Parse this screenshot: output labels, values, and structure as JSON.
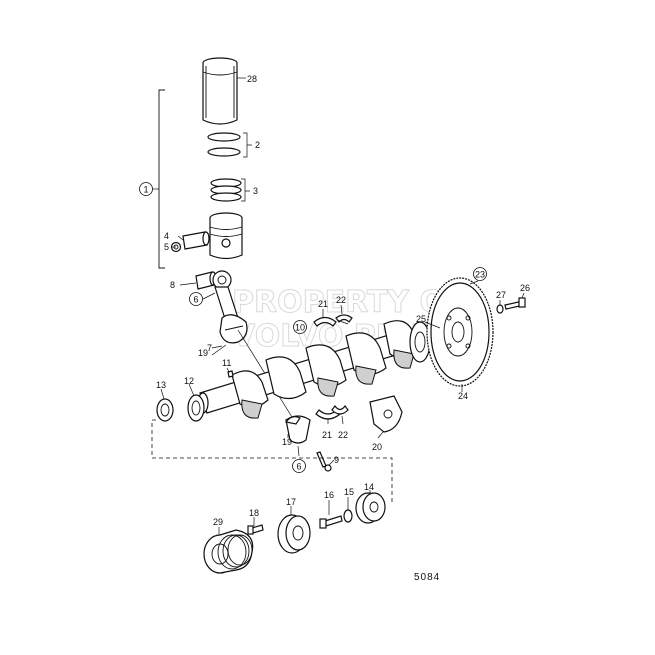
{
  "watermark": {
    "line1": "PROPERTY OF",
    "line2": "VOLVO PENTA"
  },
  "figure_number": "5084",
  "callouts": {
    "c1": "1",
    "c2": "2",
    "c3": "3",
    "c4": "4",
    "c5": "5",
    "c6a": "6",
    "c6b": "6",
    "c7": "7",
    "c8": "8",
    "c9": "9",
    "c10": "10",
    "c11": "11",
    "c12": "12",
    "c13": "13",
    "c14": "14",
    "c15": "15",
    "c16": "16",
    "c17": "17",
    "c18": "18",
    "c19a": "19",
    "c19b": "19",
    "c20": "20",
    "c21a": "21",
    "c21b": "21",
    "c22a": "22",
    "c22b": "22",
    "c23": "23",
    "c24": "24",
    "c25": "25",
    "c26": "26",
    "c27": "27",
    "c28": "28",
    "c29": "29"
  }
}
